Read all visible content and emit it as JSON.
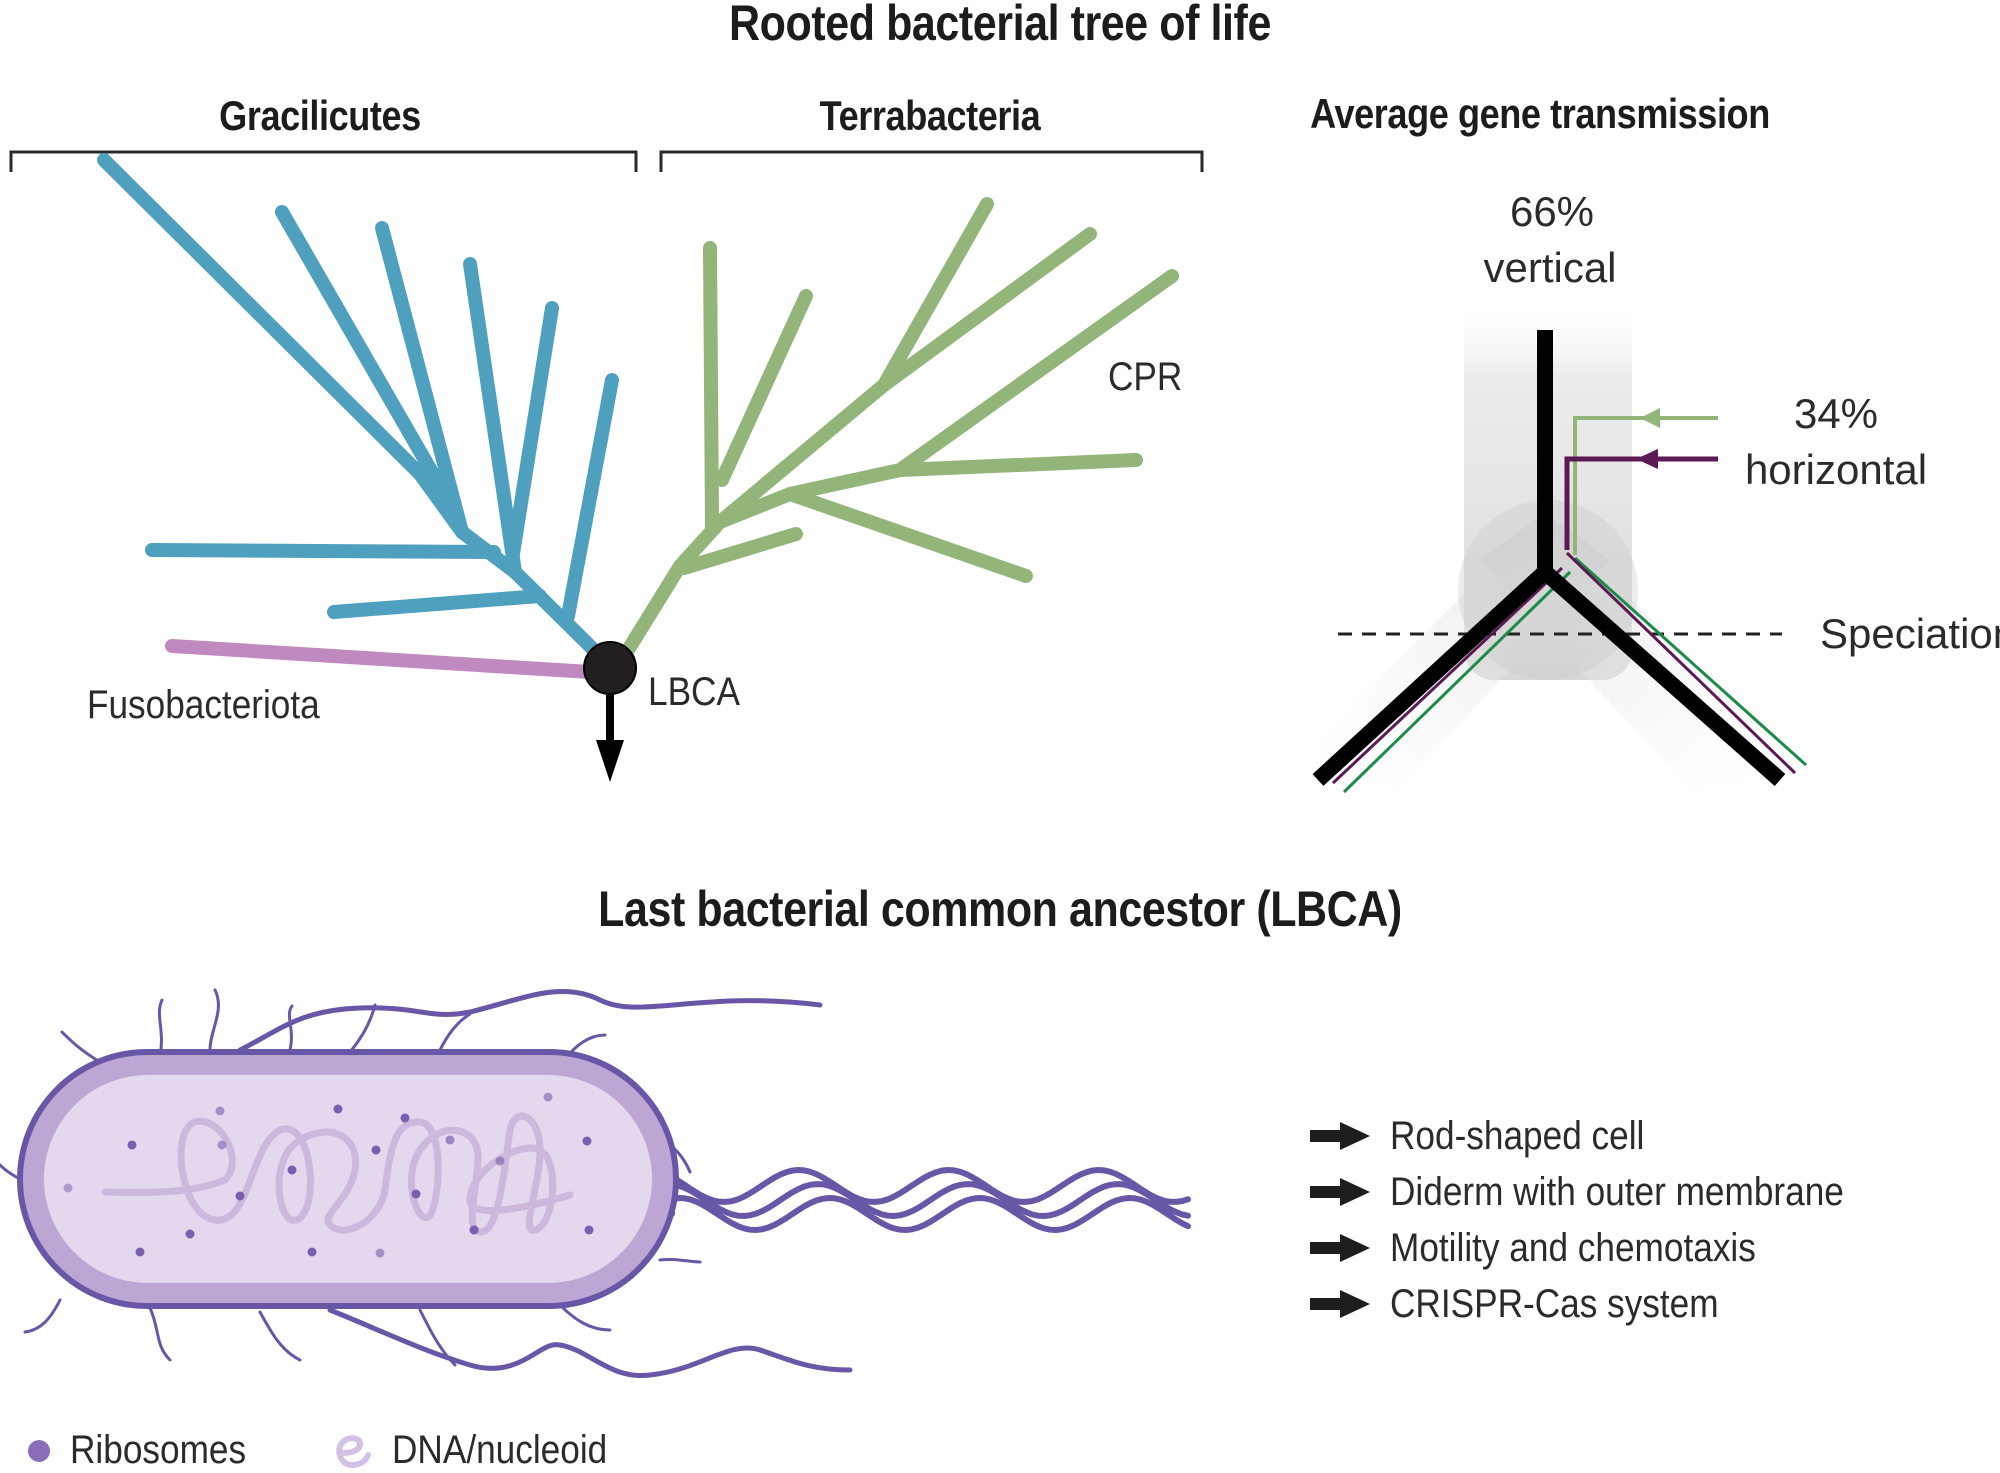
{
  "title": "Rooted bacterial tree of life",
  "tree": {
    "groups": [
      {
        "name": "Gracilicutes",
        "color": "#4f9fbf"
      },
      {
        "name": "Terrabacteria",
        "color": "#93b57a"
      }
    ],
    "outgroup": {
      "name": "Fusobacteriota",
      "color": "#c08ac0"
    },
    "clade_label": "CPR",
    "root_label": "LBCA",
    "root_color": "#231f20"
  },
  "gene_transmission": {
    "title": "Average gene transmission",
    "vertical": {
      "percent": "66%",
      "label": "vertical",
      "value": 66
    },
    "horizontal": {
      "percent": "34%",
      "label": "horizontal",
      "value": 34
    },
    "speciation_label": "Speciation",
    "colors": {
      "lineage": "#000000",
      "hgt_green": "#93b57a",
      "hgt_purple": "#5b1a55",
      "daughter_green": "#1e8a4a",
      "shade": "#d0d0d0"
    }
  },
  "lbca": {
    "title": "Last bacterial common ancestor (LBCA)",
    "traits": [
      "Rod-shaped cell",
      "Diderm with outer membrane",
      "Motility and chemotaxis",
      "CRISPR-Cas  system"
    ],
    "cell_colors": {
      "membrane": "#6a56a6",
      "periplasm": "#bca6d4",
      "cytoplasm": "#e4d8ee",
      "ribosome": "#7a5fb0",
      "dna": "#cbb8dc"
    },
    "legend": [
      {
        "icon": "ribosome-dot-icon",
        "label": "Ribosomes",
        "color": "#8a6cb8"
      },
      {
        "icon": "dna-coil-icon",
        "label": "DNA/nucleoid",
        "color": "#d4c2e6"
      }
    ]
  }
}
